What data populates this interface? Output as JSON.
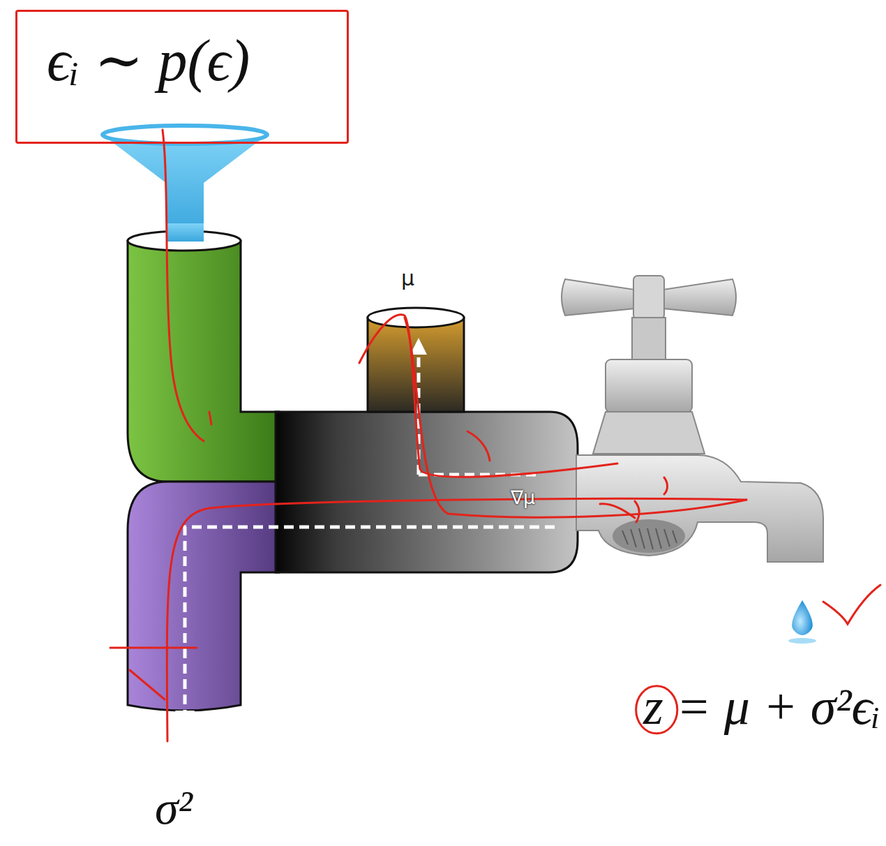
{
  "diagram": {
    "nodes": [
      {
        "text": [
          "ϵᵢ ∼ p(ϵ)"
        ]
      }
    ],
    "labels": [
      "μ",
      "∇μ",
      "σ²",
      "z = μ + σ²ϵᵢ"
    ]
  }
}
